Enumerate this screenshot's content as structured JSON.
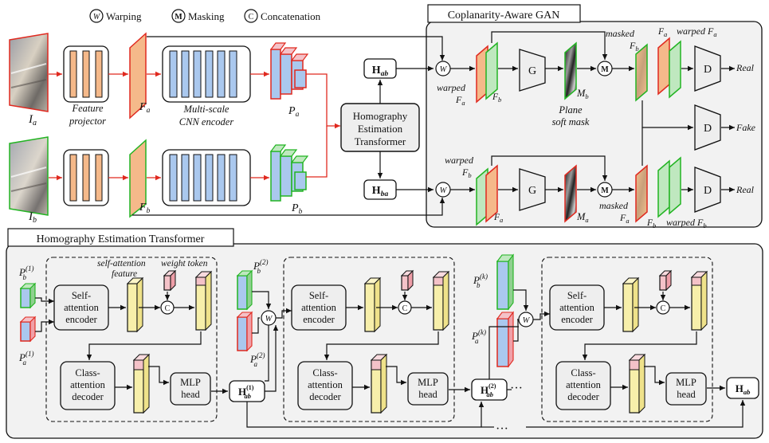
{
  "legend": {
    "warping_symbol": "W",
    "warping": "Warping",
    "masking_symbol": "M",
    "masking": "Masking",
    "concat_symbol": "C",
    "concatenation": "Concatenation"
  },
  "top": {
    "input_a": "I",
    "input_a_sub": "a",
    "input_b": "I",
    "input_b_sub": "b",
    "feature_projector": [
      "Feature",
      "projector"
    ],
    "fa": "F",
    "fa_sub": "a",
    "fb": "F",
    "fb_sub": "b",
    "encoder": [
      "Multi-scale",
      "CNN encoder"
    ],
    "pa": "P",
    "pa_sub": "a",
    "pb": "P",
    "pb_sub": "b",
    "het_block": [
      "Homography",
      "Estimation",
      "Transformer"
    ],
    "hab": "H",
    "hab_sub": "ab",
    "hba": "H",
    "hba_sub": "ba"
  },
  "gan": {
    "title": "Coplanarity-Aware GAN",
    "warped_fa": [
      "warped",
      "F"
    ],
    "warped_fb": [
      "warped",
      "F"
    ],
    "generator": "G",
    "discriminator": "D",
    "plane_mask": [
      "Plane",
      "soft mask"
    ],
    "mb": "M",
    "mb_sub": "b",
    "ma": "M",
    "ma_sub": "a",
    "masked_fb": [
      "masked",
      "F"
    ],
    "masked_fa": [
      "masked",
      "F"
    ],
    "warped_fa_top": "warped F",
    "warped_fb_bottom": "warped F",
    "real": "Real",
    "fake": "Fake"
  },
  "het": {
    "title": "Homography Estimation Transformer",
    "pb1": "P",
    "pa1": "P",
    "self_attention_feature": [
      "self-attention",
      "feature"
    ],
    "weight_token": "weight token",
    "self_encoder": [
      "Self-",
      "attention",
      "encoder"
    ],
    "class_decoder": [
      "Class-",
      "attention",
      "decoder"
    ],
    "mlp_head": [
      "MLP",
      "head"
    ],
    "h1": "H",
    "h2": "H",
    "hk_out": "H",
    "sup1": "(1)",
    "sup2": "(2)",
    "supk": "(k)",
    "ab": "ab",
    "a": "a",
    "b": "b",
    "ellipsis": "···"
  },
  "colors": {
    "red": "#e0291f",
    "green": "#22b422",
    "blue_fill": "#aac8ee",
    "orange_fill": "#f5b98a",
    "yellow_fill": "#f7efaa",
    "pink_fill": "#f4c2c8",
    "gray_fill": "#eeeeee",
    "panel_fill": "#f2f2f2"
  }
}
